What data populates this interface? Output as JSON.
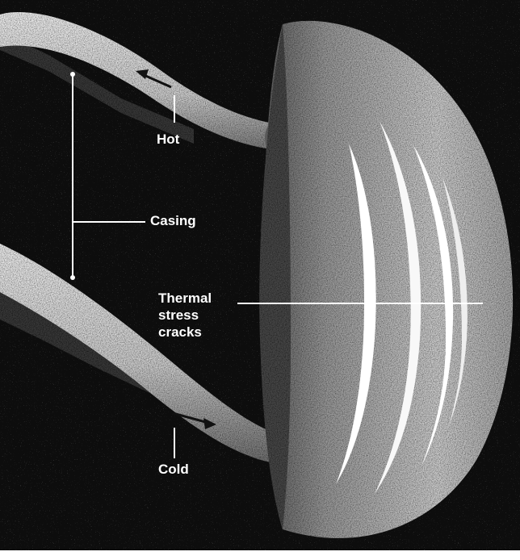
{
  "labels": {
    "hot": "Hot",
    "casing": "Casing",
    "thermal": "Thermal",
    "stress": "stress",
    "cracks": "cracks",
    "cold": "Cold"
  },
  "colors": {
    "background": "#0d0d0d",
    "pipe_light": "#e6e6e6",
    "pipe_shadow": "#8a8a8a",
    "shell_dark": "#7a7a7a",
    "shell_light": "#d6d6d6",
    "crack": "#ffffff",
    "text": "#ffffff"
  }
}
